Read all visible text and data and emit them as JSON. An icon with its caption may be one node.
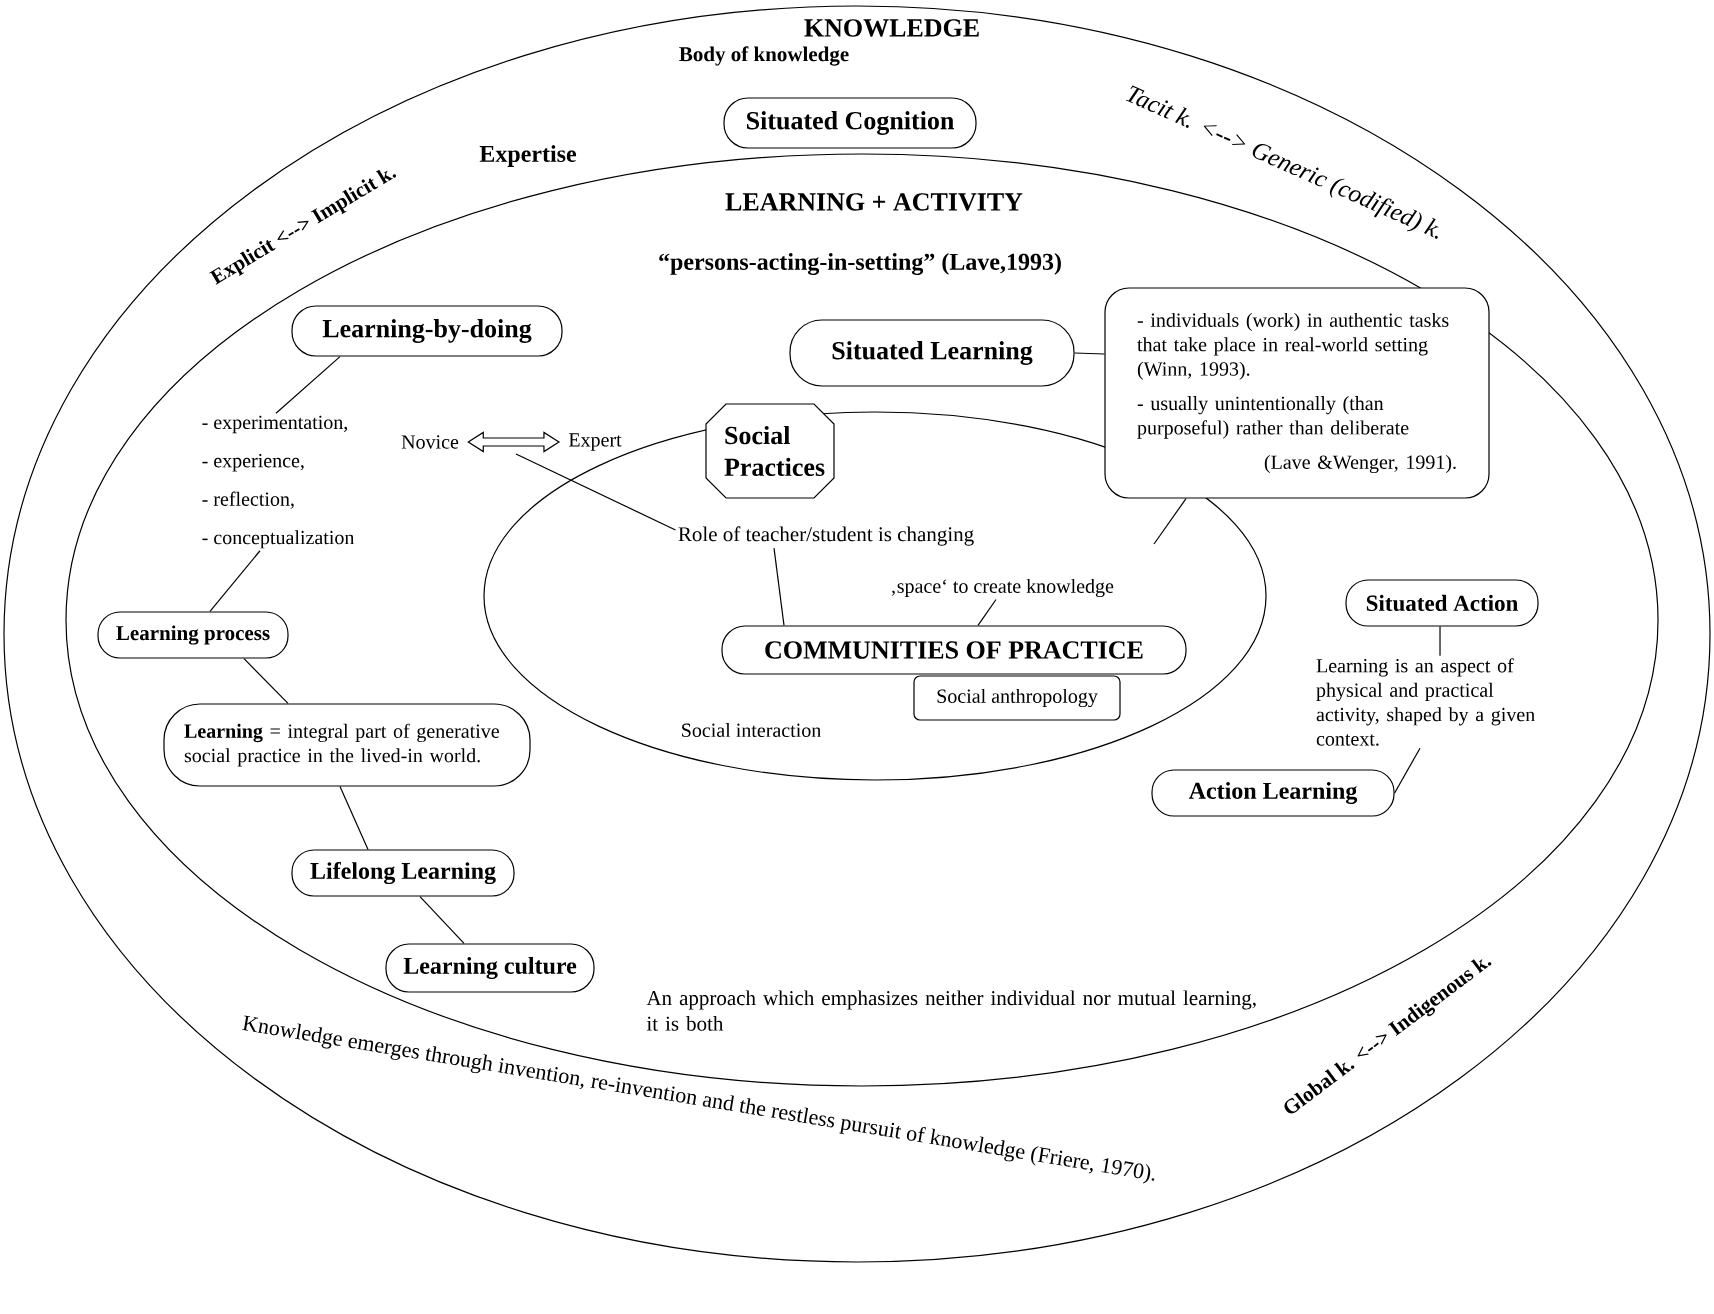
{
  "diagram": {
    "nodes": [
      {
        "text": [
          "KNOWLEDGE",
          "Body of knowledge"
        ]
      },
      {
        "text": [
          "Situated Cognition"
        ],
        "in": 0
      },
      {
        "text": [
          "LEARNING + ACTIVITY",
          "“persons-acting-in-setting” (Lave,1993)"
        ],
        "in": 0
      },
      {
        "text": [
          "Learning-by-doing"
        ],
        "in": 2
      },
      {
        "text": [
          "Situated Learning"
        ],
        "in": 2
      },
      {
        "text": [
          "- individuals (work) in authentic tasks that take place in real-world setting (Winn, 1993).",
          "- usually unintentionally (than purposeful) rather than deliberate",
          "(Lave &Wenger, 1991)."
        ],
        "in": 2
      },
      {
        "text": [
          "- experimentation,",
          "- experience,",
          "- reflection,",
          "- conceptualization"
        ],
        "in": 2
      },
      {
        "text": [
          "Novice"
        ],
        "in": 2
      },
      {
        "text": [
          "Expert"
        ],
        "in": 2
      },
      {
        "text": [
          "Social Practices"
        ],
        "in": 2
      },
      {
        "text": [
          "Social interaction"
        ],
        "in": 2
      },
      {
        "text": [
          "Role of teacher/student is changing"
        ],
        "in": 10
      },
      {
        "text": [
          "‚space‘ to create knowledge"
        ],
        "in": 10
      },
      {
        "text": [
          "COMMUNITIES OF PRACTICE"
        ],
        "in": 10
      },
      {
        "text": [
          "Social anthropology"
        ],
        "in": 10
      },
      {
        "text": [
          "Learning process"
        ],
        "in": 2
      },
      {
        "text": [
          "**Learning** = integral part of generative social practice in the lived-in world."
        ],
        "in": 2
      },
      {
        "text": [
          "Lifelong Learning"
        ],
        "in": 2
      },
      {
        "text": [
          "Learning culture"
        ],
        "in": 2
      },
      {
        "text": [
          "Situated Action"
        ],
        "in": 2
      },
      {
        "text": [
          "Learning is an aspect of physical and practical activity, shaped by a given context."
        ],
        "in": 2
      },
      {
        "text": [
          "Action Learning"
        ],
        "in": 2
      }
    ],
    "edges": [
      {
        "from": 3,
        "to": 6,
        "arrow": "none"
      },
      {
        "from": 6,
        "to": 15,
        "arrow": "none"
      },
      {
        "from": 15,
        "to": 16,
        "arrow": "none"
      },
      {
        "from": 16,
        "to": 17,
        "arrow": "none"
      },
      {
        "from": 17,
        "to": 18,
        "arrow": "none"
      },
      {
        "from": 7,
        "to": 8,
        "arrow": "both",
        "style": "thick"
      },
      {
        "from": 11,
        "to": null,
        "arrow": "none"
      },
      {
        "from": 11,
        "to": 13,
        "arrow": "none"
      },
      {
        "from": 12,
        "to": 13,
        "arrow": "none"
      },
      {
        "from": 4,
        "to": 5,
        "arrow": "none"
      },
      {
        "from": 5,
        "to": null,
        "arrow": "none"
      },
      {
        "from": 19,
        "to": 20,
        "arrow": "none"
      },
      {
        "from": 20,
        "to": 21,
        "arrow": "none"
      }
    ],
    "labels": [
      "Tacit k. <--> Generic (codified) k.",
      "Expertise",
      "Explicit <--> Implicit k.",
      "An approach which emphasizes neither individual nor mutual learning, it is both",
      "Global k. <--> Indigenous k.",
      "Knowledge emerges through invention, re-invention and the restless pursuit of knowledge (Friere, 1970)."
    ]
  }
}
